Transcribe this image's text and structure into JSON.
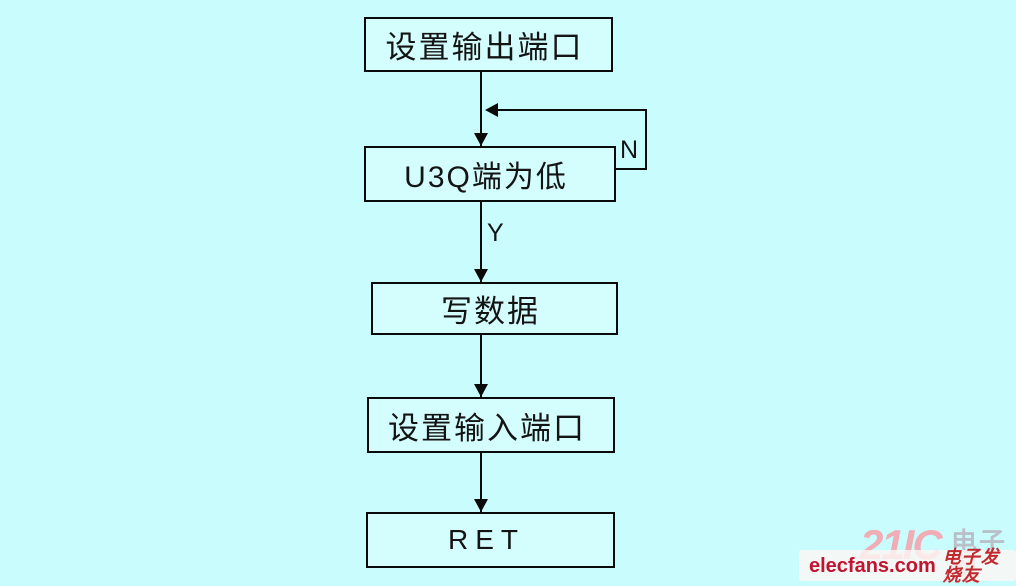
{
  "flowchart": {
    "nodes": [
      {
        "id": "set-output-port",
        "label": "设置输出端口"
      },
      {
        "id": "u3q-low",
        "label": "U3Q端为低"
      },
      {
        "id": "write-data",
        "label": "写数据"
      },
      {
        "id": "set-input-port",
        "label": "设置输入端口"
      },
      {
        "id": "ret",
        "label": "RET"
      }
    ],
    "edges": [
      {
        "from": "set-output-port",
        "to": "u3q-low"
      },
      {
        "from": "u3q-low",
        "to": "write-data",
        "label": "Y"
      },
      {
        "from": "u3q-low",
        "to": "u3q-low",
        "label": "N",
        "type": "loop-back-to-input"
      },
      {
        "from": "write-data",
        "to": "set-input-port"
      },
      {
        "from": "set-input-port",
        "to": "ret"
      }
    ],
    "labels": {
      "yes": "Y",
      "no": "N"
    }
  },
  "colors": {
    "background": "#c9fdfd",
    "node_fill": "#d4fdfd",
    "line": "#0a0a0a",
    "brand_red": "#c21330",
    "overlay_pink": "#f3a9b2",
    "overlay_gray": "#b9c0c9"
  },
  "watermark": {
    "overlay_number": "21IC",
    "overlay_cn": "电子网",
    "brand": "elecfans.com",
    "brand_cn": "电子发烧友"
  }
}
